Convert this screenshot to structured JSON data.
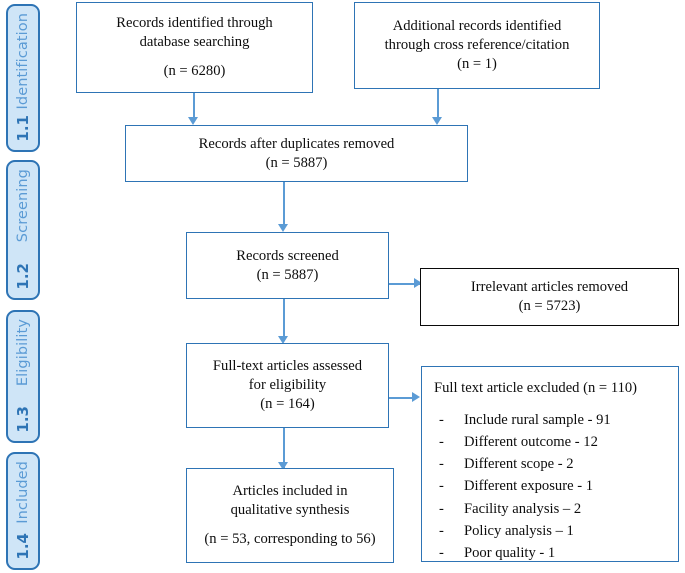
{
  "diagram": {
    "type": "prisma-flow-diagram",
    "colors": {
      "stage_fill": "#cfe5f7",
      "stage_border": "#2e74b5",
      "stage_label_text": "#5b9bd5",
      "stage_number_text": "#2e74b5",
      "node_border_blue": "#2e74b5",
      "node_border_black": "#0a0a0a",
      "connector": "#5b9bd5",
      "node_text": "#0d0d0d",
      "background": "#ffffff"
    }
  },
  "stages": [
    {
      "number": "1.1",
      "label": "Identification"
    },
    {
      "number": "1.2",
      "label": "Screening"
    },
    {
      "number": "1.3",
      "label": "Eligibility"
    },
    {
      "number": "1.4",
      "label": "Included"
    }
  ],
  "nodes": {
    "database_records": {
      "line1": "Records identified through",
      "line2": "database searching",
      "count": "(n = 6280)"
    },
    "additional_records": {
      "line1": "Additional records identified",
      "line2": "through cross reference/citation",
      "count": "(n = 1)"
    },
    "duplicates_removed": {
      "line1": "Records after duplicates removed",
      "count": "(n = 5887)"
    },
    "records_screened": {
      "line1": "Records screened",
      "count": "(n = 5887)"
    },
    "irrelevant_removed": {
      "line1": "Irrelevant articles removed",
      "count": "(n = 5723)"
    },
    "fulltext_assessed": {
      "line1": "Full-text articles assessed",
      "line2": "for eligibility",
      "count": "(n = 164)"
    },
    "fulltext_excluded": {
      "title": "Full text article excluded (n = 110)",
      "dash": "-",
      "reasons": [
        "Include rural sample - 91",
        "Different outcome - 12",
        "Different scope - 2",
        "Different exposure - 1",
        "Facility analysis – 2",
        "Policy analysis – 1",
        "Poor quality - 1"
      ]
    },
    "included_qualitative": {
      "line1": "Articles included in",
      "line2": "qualitative synthesis",
      "count": "(n = 53, corresponding to 56)"
    }
  }
}
